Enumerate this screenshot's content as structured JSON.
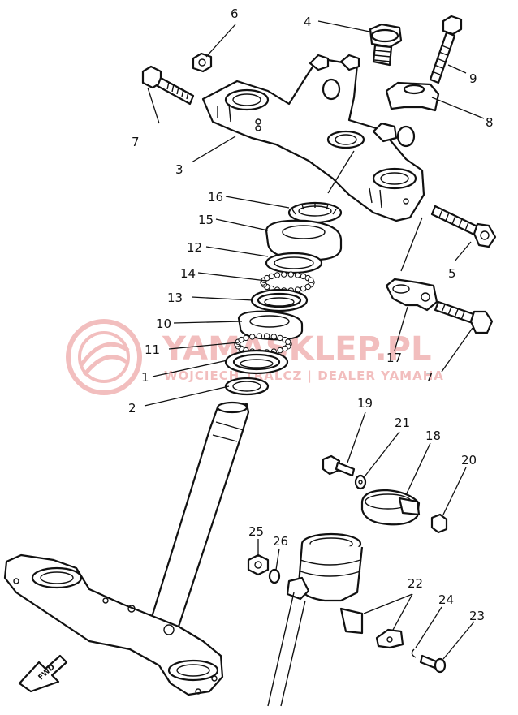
{
  "watermark": {
    "brand": "YAMASKLEP.PL",
    "tagline": "WOJCIECH TRALCZ | DEALER YAMAHA",
    "color": "#e88a8a"
  },
  "fwd_label": "FWD",
  "parts": [
    {
      "id": "1",
      "label": "1"
    },
    {
      "id": "2",
      "label": "2"
    },
    {
      "id": "3",
      "label": "3"
    },
    {
      "id": "4",
      "label": "4"
    },
    {
      "id": "5",
      "label": "5"
    },
    {
      "id": "6",
      "label": "6"
    },
    {
      "id": "7a",
      "label": "7"
    },
    {
      "id": "7b",
      "label": "7"
    },
    {
      "id": "8",
      "label": "8"
    },
    {
      "id": "9",
      "label": "9"
    },
    {
      "id": "10",
      "label": "10"
    },
    {
      "id": "11",
      "label": "11"
    },
    {
      "id": "12",
      "label": "12"
    },
    {
      "id": "13",
      "label": "13"
    },
    {
      "id": "14",
      "label": "14"
    },
    {
      "id": "15",
      "label": "15"
    },
    {
      "id": "16",
      "label": "16"
    },
    {
      "id": "17",
      "label": "17"
    },
    {
      "id": "18",
      "label": "18"
    },
    {
      "id": "19",
      "label": "19"
    },
    {
      "id": "20",
      "label": "20"
    },
    {
      "id": "21",
      "label": "21"
    },
    {
      "id": "22",
      "label": "22"
    },
    {
      "id": "23",
      "label": "23"
    },
    {
      "id": "24",
      "label": "24"
    },
    {
      "id": "25",
      "label": "25"
    },
    {
      "id": "26",
      "label": "26"
    }
  ]
}
